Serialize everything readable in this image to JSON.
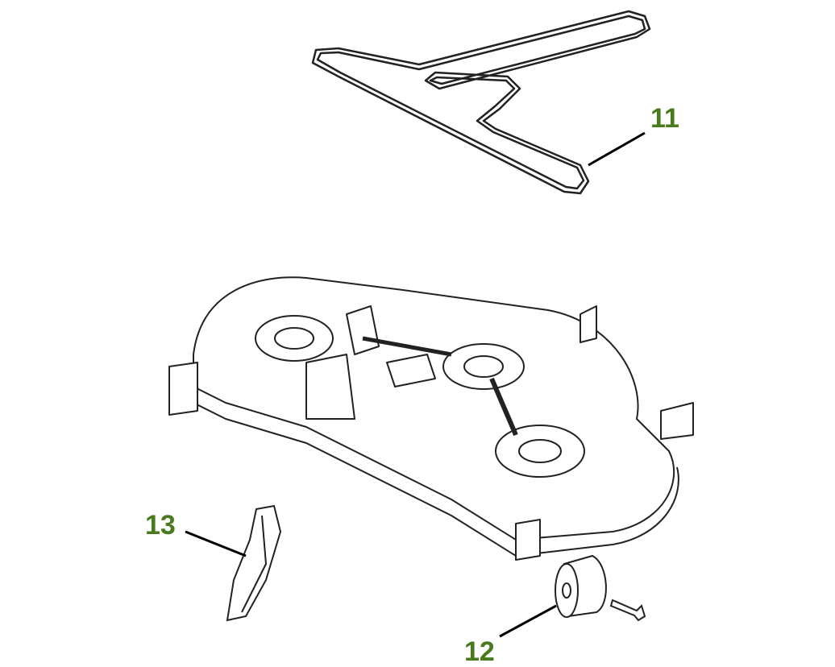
{
  "callouts": [
    {
      "number": "11",
      "part": "belt"
    },
    {
      "number": "12",
      "part": "gauge-wheel"
    },
    {
      "number": "13",
      "part": "blade"
    }
  ],
  "colors": {
    "label": "#4a7a1e",
    "line": "#1a1a1a"
  }
}
